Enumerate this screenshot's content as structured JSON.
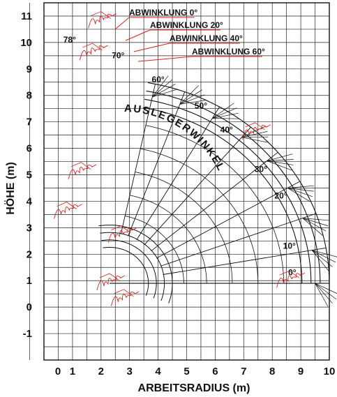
{
  "chart_data": {
    "type": "diagram",
    "xlabel": "ARBEITSRADIUS (m)",
    "ylabel": "HÖHE (m)",
    "xlim": [
      0,
      10
    ],
    "ylim": [
      -1,
      11
    ],
    "xticks": [
      "0",
      "1",
      "2",
      "3",
      "4",
      "5",
      "6",
      "7",
      "8",
      "9",
      "10"
    ],
    "yticks": [
      "-1",
      "0",
      "1",
      "2",
      "3",
      "4",
      "5",
      "6",
      "7",
      "8",
      "9",
      "10",
      "11"
    ],
    "grid": true,
    "curve_label": "AUSLEGERWINKEL",
    "articulation_labels": [
      "ABWINKLUNG 0°",
      "ABWINKLUNG 20°",
      "ABWINKLUNG 40°",
      "ABWINKLUNG 60°"
    ],
    "boom_angles": [
      {
        "label": "78°",
        "x": 0.9,
        "y": 10.0
      },
      {
        "label": "70°",
        "x": 2.6,
        "y": 9.4
      },
      {
        "label": "60°",
        "x": 4.0,
        "y": 8.5
      },
      {
        "label": "50°",
        "x": 5.5,
        "y": 7.5
      },
      {
        "label": "40°",
        "x": 6.4,
        "y": 6.6
      },
      {
        "label": "30°",
        "x": 7.6,
        "y": 5.1
      },
      {
        "label": "20°",
        "x": 8.3,
        "y": 4.1
      },
      {
        "label": "10°",
        "x": 8.6,
        "y": 2.2
      },
      {
        "label": "0°",
        "x": 8.7,
        "y": 1.2
      }
    ],
    "pivot": {
      "x": 2.3,
      "y": 0.9
    },
    "outer_arc_radius": 7.7,
    "arc_spacing": 0.32,
    "inner_arc_radius": 2.2
  }
}
